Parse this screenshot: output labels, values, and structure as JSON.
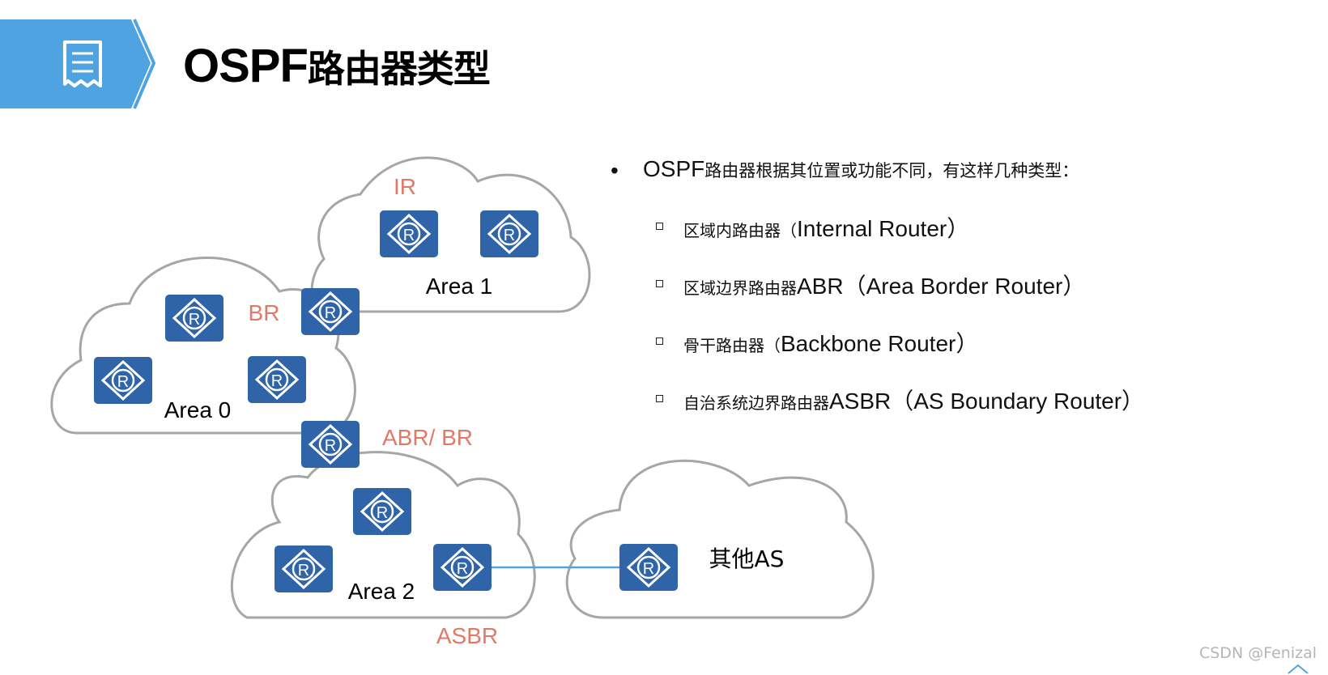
{
  "header": {
    "title_prefix": "OSPF",
    "title_suffix": "路由器类型",
    "icon": "document-icon",
    "banner_color": "#4fa3e0"
  },
  "diagram": {
    "router_label": "R",
    "router_color": "#2f64a8",
    "cloud_stroke": "#a6a6a6",
    "label_color": "#e07a67",
    "areas": {
      "area1": "Area 1",
      "area0": "Area 0",
      "area2": "Area 2",
      "other_as": "其他AS"
    },
    "role_labels": {
      "ir": "IR",
      "br": "BR",
      "abr_br": "ABR/ BR",
      "asbr": "ASBR"
    }
  },
  "description": {
    "intro_prefix": "OSPF",
    "intro_suffix": "路由器根据其位置或功能不同，有这样几种类型：",
    "items": [
      {
        "zh": "区域内路由器（",
        "en": "Internal Router）"
      },
      {
        "zh": "区域边界路由器",
        "en": "ABR（Area Border Router）"
      },
      {
        "zh": "骨干路由器（",
        "en": "Backbone Router）"
      },
      {
        "zh": "自治系统边界路由器",
        "en": "ASBR（AS Boundary Router）"
      }
    ]
  },
  "watermark": "CSDN @Fenizal"
}
